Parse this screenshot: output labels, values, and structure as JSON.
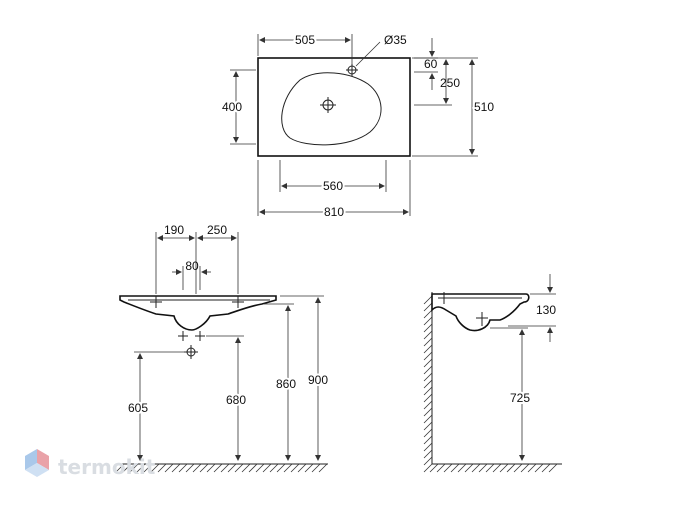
{
  "dimensions": {
    "top_view": {
      "overall_width": "810",
      "overall_depth": "510",
      "bowl_width": "560",
      "bowl_depth": "400",
      "tap_offset_x": "505",
      "tap_hole_diameter": "Ø35",
      "tap_offset_y": "60",
      "drain_offset_y": "250"
    },
    "front_view": {
      "spacing_left": "190",
      "spacing_right": "250",
      "drain_spacing": "80",
      "height_605": "605",
      "height_680": "680",
      "height_860": "860",
      "height_900": "900"
    },
    "side_view": {
      "basin_height": "130",
      "mount_height": "725"
    }
  },
  "watermark": {
    "text": "termokit",
    "colors": [
      "#e9a2a8",
      "#a9c8ea"
    ]
  }
}
